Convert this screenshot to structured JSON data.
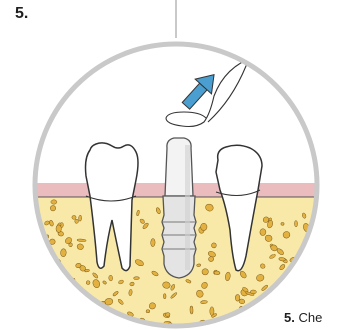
{
  "step": {
    "number": "5."
  },
  "caption": {
    "number": "5.",
    "text": "Che"
  },
  "colors": {
    "circle_border": "#c9c9c9",
    "gum": "#ebbcbe",
    "bone": "#f9e9a8",
    "bone_spots": "#e3b13f",
    "arrow": "#4a9fd0",
    "implant": "#e8e8e8",
    "outline": "#333333"
  },
  "icons": {
    "arrow": "arrow-up-right-icon",
    "floss": "floss-loop-icon"
  }
}
